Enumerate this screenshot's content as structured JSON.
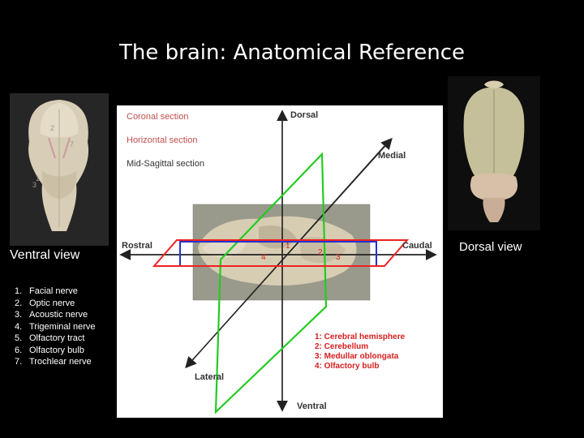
{
  "title": "The brain: Anatomical Reference",
  "ventral_label": "Ventral view",
  "dorsal_label": "Dorsal view",
  "nerves": [
    {
      "num": "1.",
      "name": "Facial nerve"
    },
    {
      "num": "2.",
      "name": "Optic nerve"
    },
    {
      "num": "3.",
      "name": "Acoustic nerve"
    },
    {
      "num": "4.",
      "name": "Trigeminal nerve"
    },
    {
      "num": "5.",
      "name": "Olfactory tract"
    },
    {
      "num": "6.",
      "name": "Olfactory bulb"
    },
    {
      "num": "7.",
      "name": "Trochlear nerve"
    }
  ],
  "ventral_photo_markers": [
    "2",
    "7",
    "1",
    "3"
  ],
  "diagram": {
    "sections": {
      "coronal": "Coronal section",
      "horizontal": "Horizontal section",
      "mid_sagittal": "Mid-Sagittal section"
    },
    "axes": {
      "dorsal": "Dorsal",
      "ventral": "Ventral",
      "medial": "Medial",
      "lateral": "Lateral",
      "rostral": "Rostral",
      "caudal": "Caudal"
    },
    "brain_markers": [
      "1",
      "4",
      "2",
      "3"
    ],
    "legend": [
      "1: Cerebral hemisphere",
      "2: Cerebellum",
      "3: Medullar oblongata",
      "4: Olfactory bulb"
    ]
  },
  "colors": {
    "background": "#000000",
    "section_label": "#c0504d",
    "legend_text": "#d62020",
    "coronal_plane": "#22cc22",
    "horizontal_plane": "#ee2222",
    "sagittal_plane": "#2233cc",
    "axis": "#222222"
  }
}
